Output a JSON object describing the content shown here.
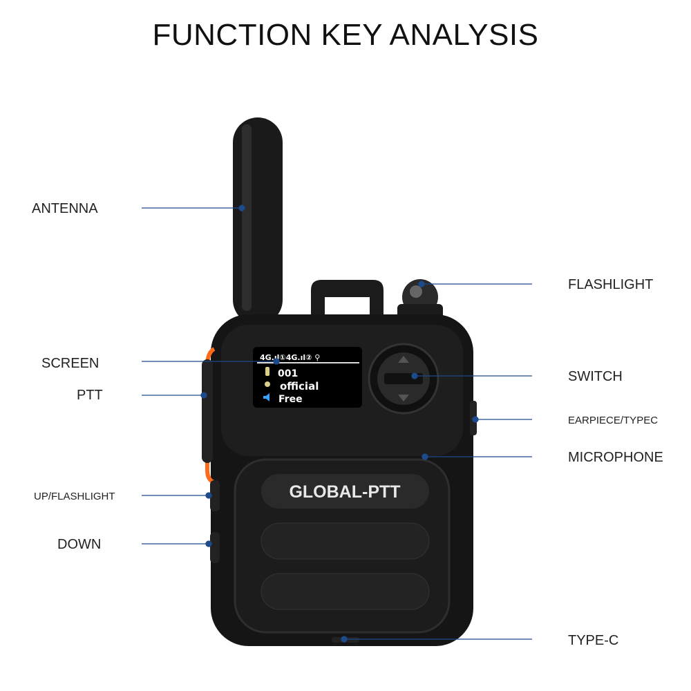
{
  "title": "FUNCTION KEY ANALYSIS",
  "colors": {
    "line": "#1d4a8a",
    "body": "#151515",
    "ptt_accent": "#ff6a1a",
    "speaker_icon": "#3aa0ff"
  },
  "labels": {
    "antenna": "ANTENNA",
    "flashlight": "FLASHLIGHT",
    "screen": "SCREEN",
    "switch": "SWITCH",
    "ptt": "PTT",
    "earpiece": "EARPIECE/TYPEC",
    "microphone": "MICROPHONE",
    "up": "UP/FLASHLIGHT",
    "down": "DOWN",
    "typec": "TYPE-C"
  },
  "device": {
    "brand": "GLOBAL-PTT",
    "screen": {
      "status": "4G.ıl①4G.ıl② ⚲",
      "channel": "001",
      "group": "official",
      "state": "Free"
    }
  }
}
